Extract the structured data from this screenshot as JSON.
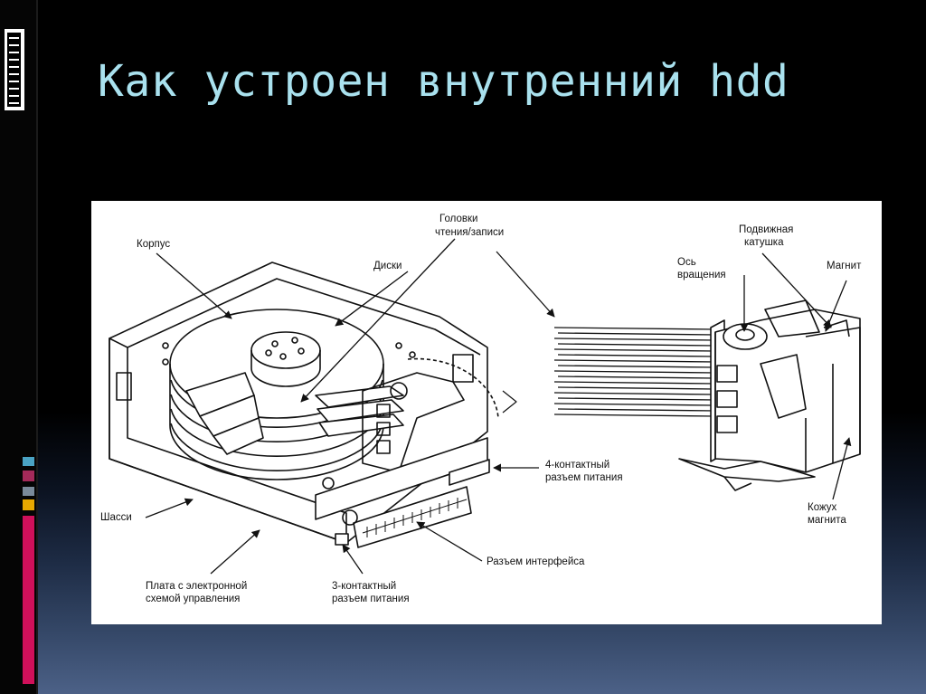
{
  "slide": {
    "title": "Как устроен внутренний hdd",
    "background": "#000000",
    "gradient_bottom": "#4c6187",
    "title_color": "#a9e1ee",
    "accent_colors": [
      "#4aa3c4",
      "#a52a5a",
      "#7a8a9a",
      "#e8a800",
      "#d0105a"
    ]
  },
  "diagram": {
    "labels": {
      "korpus": "Корпус",
      "diski": "Диски",
      "golovki": [
        "Головки",
        "чтения/записи"
      ],
      "podvizhnaya": [
        "Подвижная",
        "катушка"
      ],
      "os": [
        "Ось",
        "вращения"
      ],
      "magnit": "Магнит",
      "pitanie4": [
        "4-контактный",
        "разъем питания"
      ],
      "shassi": "Шасси",
      "kozhuh": [
        "Кожух",
        "магнита"
      ],
      "interfeis": "Разъем интерфейса",
      "plata": [
        "Плата с электронной",
        "схемой управления"
      ],
      "pitanie3": [
        "3-контактный",
        "разъем питания"
      ]
    }
  }
}
